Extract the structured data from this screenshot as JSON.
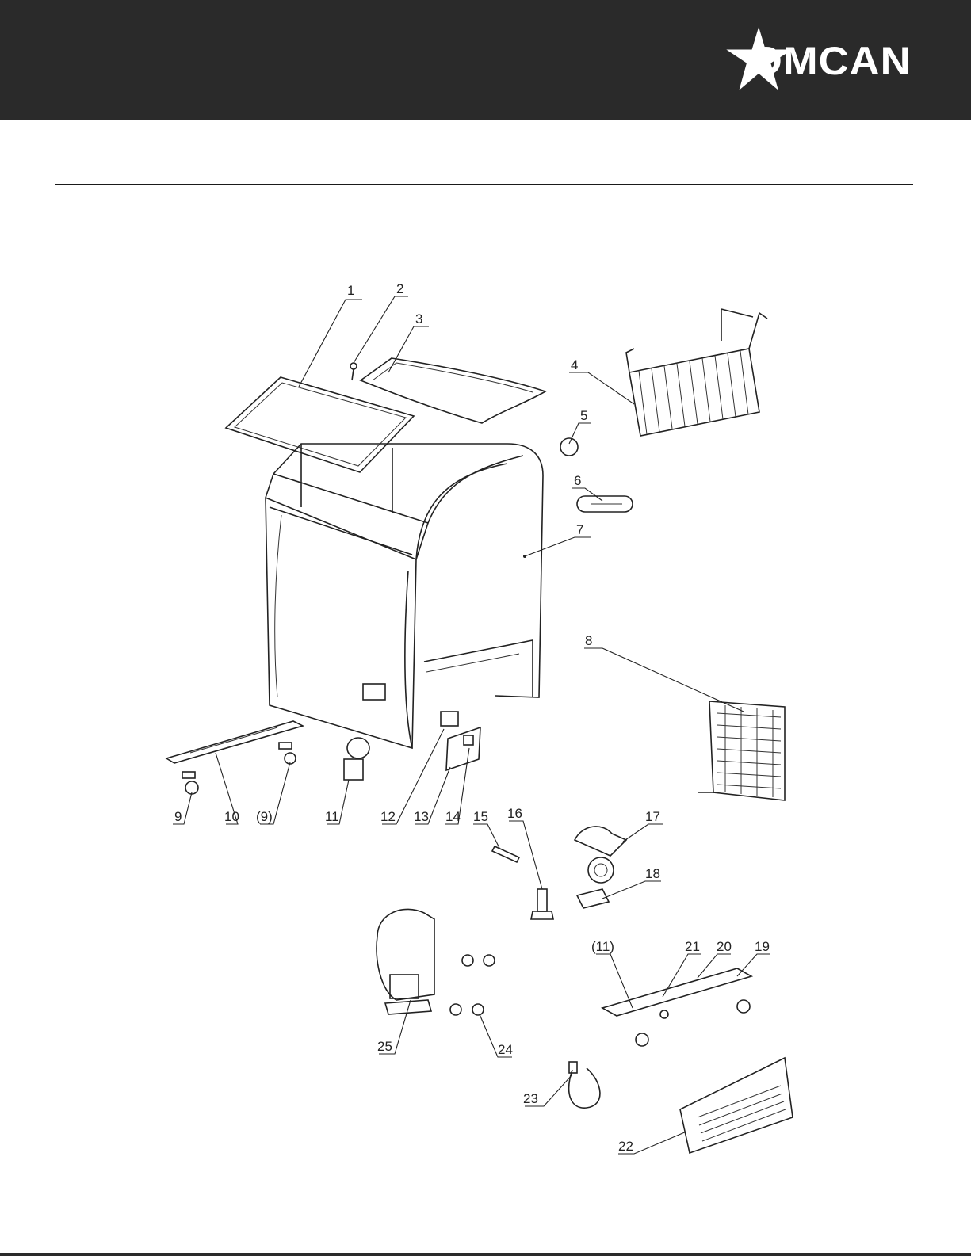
{
  "header": {
    "brand": "OMCAN",
    "logo_icon": "star-logo-icon",
    "background_color": "#2a2a2a"
  },
  "diagram": {
    "labels": [
      "1",
      "2",
      "3",
      "4",
      "5",
      "6",
      "7",
      "8",
      "9",
      "10",
      "(9)",
      "11",
      "12",
      "13",
      "14",
      "15",
      "16",
      "17",
      "18",
      "(11)",
      "21",
      "20",
      "19",
      "24",
      "25",
      "23",
      "22"
    ]
  }
}
